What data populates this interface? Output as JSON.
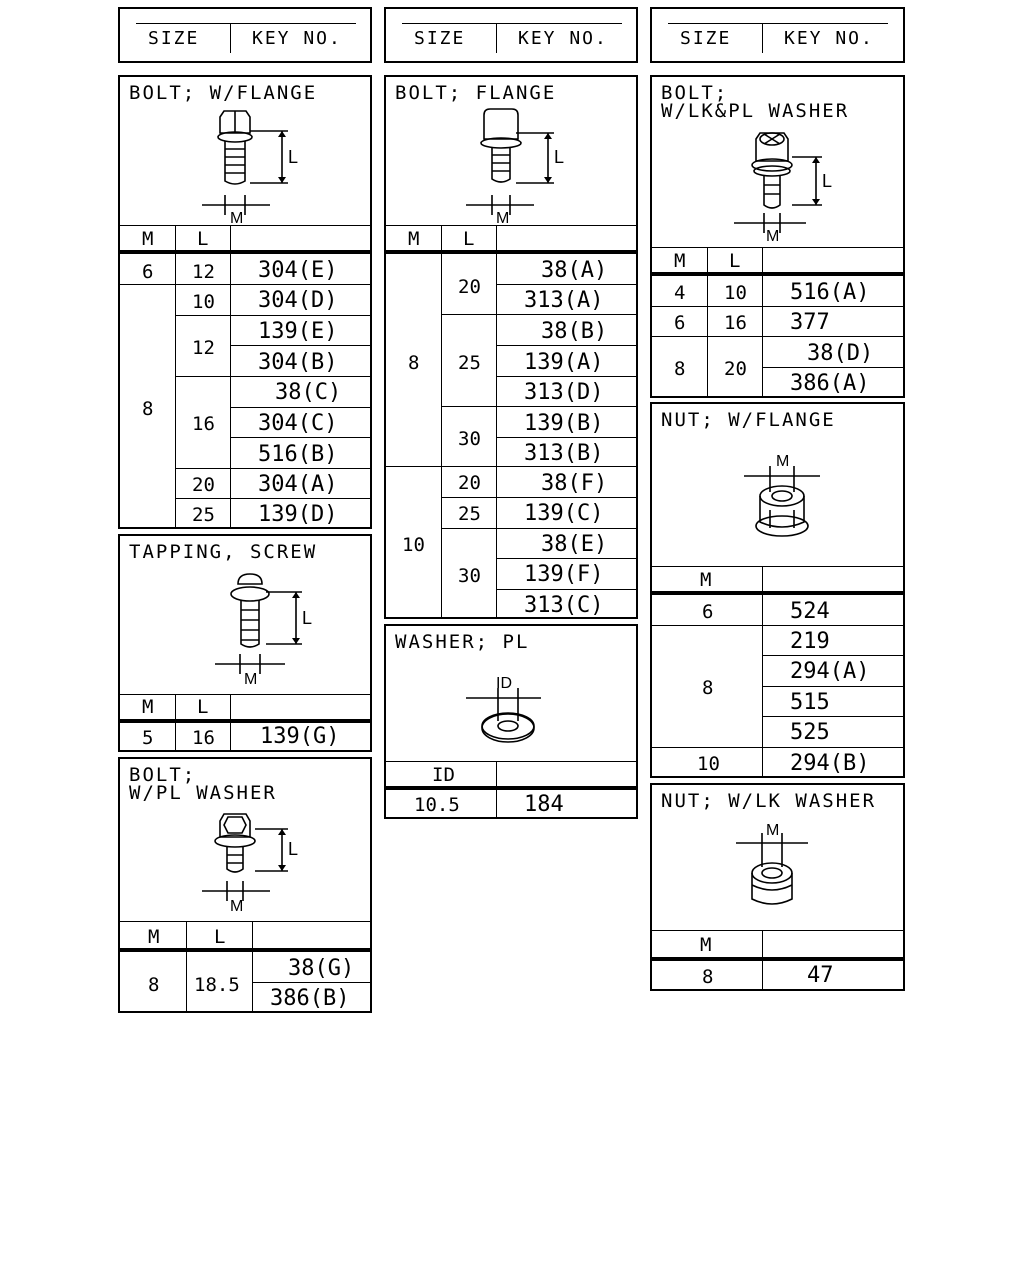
{
  "header": {
    "size_label": "SIZE",
    "key_label": "KEY NO."
  },
  "columns": {
    "m": "M",
    "l": "L",
    "id": "ID"
  },
  "sections": {
    "bolt_w_flange": {
      "title": "BOLT; W/FLANGE",
      "rows": [
        {
          "m": "6",
          "l": "12",
          "keys": [
            "304(E)"
          ]
        },
        {
          "m": "8",
          "groups": [
            {
              "l": "10",
              "keys": [
                "304(D)"
              ]
            },
            {
              "l": "12",
              "keys": [
                "139(E)",
                "304(B)"
              ]
            },
            {
              "l": "16",
              "keys": [
                "38(C)",
                "304(C)",
                "516(B)"
              ]
            },
            {
              "l": "20",
              "keys": [
                "304(A)"
              ]
            },
            {
              "l": "25",
              "keys": [
                "139(D)"
              ]
            }
          ]
        }
      ]
    },
    "tapping_screw": {
      "title": "TAPPING, SCREW",
      "rows": [
        {
          "m": "5",
          "l": "16",
          "keys": [
            "139(G)"
          ]
        }
      ]
    },
    "bolt_w_pl_washer": {
      "title_line1": "BOLT;",
      "title_line2": "W/PL WASHER",
      "rows": [
        {
          "m": "8",
          "l": "18.5",
          "keys": [
            "38(G)",
            "386(B)"
          ]
        }
      ]
    },
    "bolt_flange": {
      "title": "BOLT; FLANGE",
      "rows": [
        {
          "m": "8",
          "groups": [
            {
              "l": "20",
              "keys": [
                "38(A)",
                "313(A)"
              ]
            },
            {
              "l": "25",
              "keys": [
                "38(B)",
                "139(A)",
                "313(D)"
              ]
            },
            {
              "l": "30",
              "keys": [
                "139(B)",
                "313(B)"
              ]
            }
          ]
        },
        {
          "m": "10",
          "groups": [
            {
              "l": "20",
              "keys": [
                "38(F)"
              ]
            },
            {
              "l": "25",
              "keys": [
                "139(C)"
              ]
            },
            {
              "l": "30",
              "keys": [
                "38(E)",
                "139(F)",
                "313(C)"
              ]
            }
          ]
        }
      ]
    },
    "washer_pl": {
      "title": "WASHER; PL",
      "rows": [
        {
          "id": "10.5",
          "keys": [
            "184"
          ]
        }
      ]
    },
    "bolt_w_lk_pl_washer": {
      "title_line1": "BOLT;",
      "title_line2": "W/LK&PL WASHER",
      "rows": [
        {
          "m": "4",
          "l": "10",
          "keys": [
            "516(A)"
          ]
        },
        {
          "m": "6",
          "l": "16",
          "keys": [
            "377"
          ]
        },
        {
          "m": "8",
          "l": "20",
          "keys": [
            "38(D)",
            "386(A)"
          ]
        }
      ]
    },
    "nut_w_flange": {
      "title": "NUT; W/FLANGE",
      "rows": [
        {
          "m": "6",
          "keys": [
            "524"
          ]
        },
        {
          "m": "8",
          "keys": [
            "219",
            "294(A)",
            "515",
            "525"
          ]
        },
        {
          "m": "10",
          "keys": [
            "294(B)"
          ]
        }
      ]
    },
    "nut_w_lk_washer": {
      "title": "NUT; W/LK WASHER",
      "rows": [
        {
          "m": "8",
          "keys": [
            "47"
          ]
        }
      ]
    }
  }
}
